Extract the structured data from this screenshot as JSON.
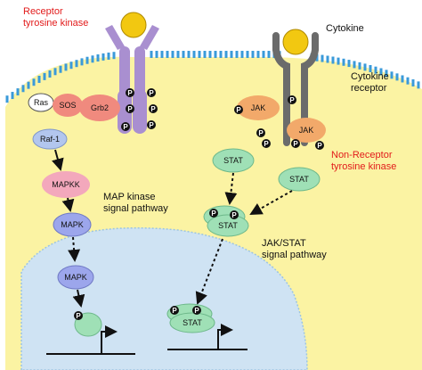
{
  "labels": {
    "receptor_tk_line1": "Receptor",
    "receptor_tk_line2": "tyrosine kinase",
    "cytokine": "Cytokine",
    "cytokine_receptor_line1": "Cytokine",
    "cytokine_receptor_line2": "receptor",
    "non_receptor_line1": "Non-Receptor",
    "non_receptor_line2": "tyrosine kinase",
    "mapk_pathway_line1": "MAP kinase",
    "mapk_pathway_line2": "signal pathway",
    "jakstat_pathway_line1": "JAK/STAT",
    "jakstat_pathway_line2": "signal pathway"
  },
  "proteins": {
    "ras": "Ras",
    "sos": "SOS",
    "grb2": "Grb2",
    "raf1": "Raf-1",
    "mapkk": "MAPKK",
    "mapk_1": "MAPK",
    "mapk_2": "MAPK",
    "jak_left": "JAK",
    "jak_right": "JAK",
    "stat_left": "STAT",
    "stat_right": "STAT",
    "stat_dimer": "STAT",
    "stat_nuclear": "STAT"
  },
  "phospho_symbol": "P",
  "colors": {
    "cytoplasm": "#fbf3a3",
    "nucleus": "#cfe3f3",
    "membrane_stripe": "#3a9ad9",
    "ligand": "#f2c811",
    "rtk": "#a98fd0",
    "receptor_gray": "#6b6b6b",
    "grb2_sos": "#f08a7e",
    "ras": "#ffffff",
    "raf1": "#b2c6ee",
    "mapkk": "#f3a8bc",
    "mapk": "#9ca6ec",
    "jak": "#f2a96a",
    "stat": "#9fe0b6",
    "phosphate": "#111111",
    "label_red": "#e21b1b"
  }
}
